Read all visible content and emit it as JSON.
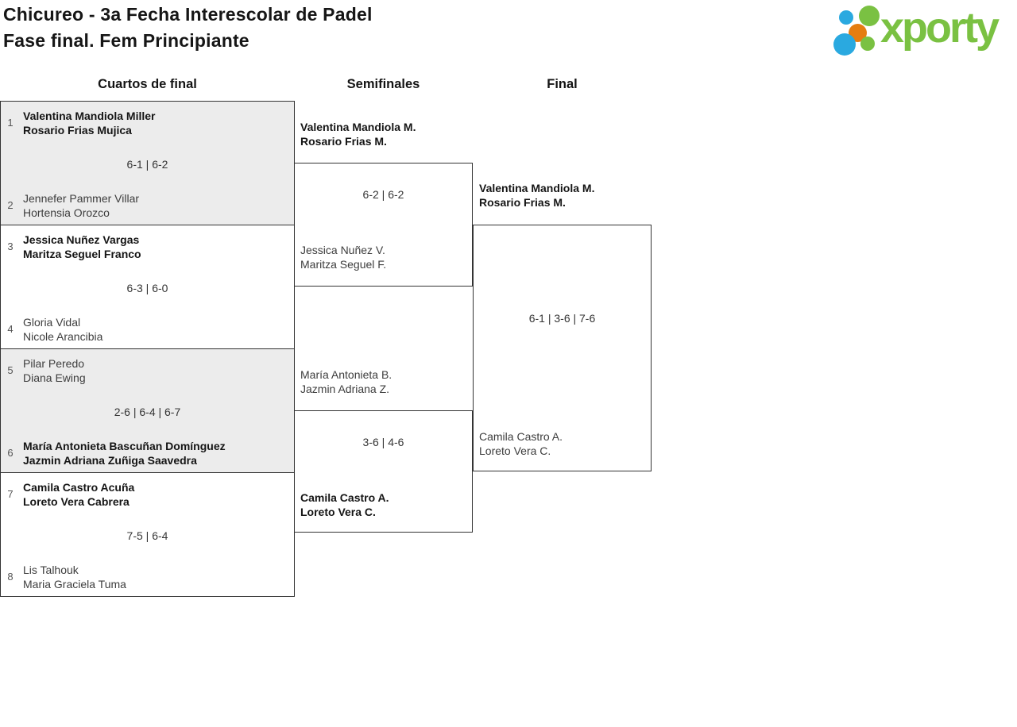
{
  "page": {
    "title_line1": "Chicureo - 3a Fecha Interescolar de Padel",
    "title_line2": "Fase final. Fem Principiante"
  },
  "logo": {
    "text": "xporty"
  },
  "rounds": {
    "quarterfinals": "Cuartos de final",
    "semifinals": "Semifinales",
    "final": "Final"
  },
  "matches": {
    "qf": [
      {
        "seed_top": "1",
        "top": [
          "Valentina Mandiola Miller",
          "Rosario Frias Mujica"
        ],
        "top_win": true,
        "score": "6-1 | 6-2",
        "seed_bottom": "2",
        "bottom": [
          "Jennefer Pammer Villar",
          "Hortensia Orozco"
        ],
        "bottom_win": false
      },
      {
        "seed_top": "3",
        "top": [
          "Jessica Nuñez Vargas",
          "Maritza Seguel Franco"
        ],
        "top_win": true,
        "score": "6-3 | 6-0",
        "seed_bottom": "4",
        "bottom": [
          "Gloria Vidal",
          "Nicole Arancibia"
        ],
        "bottom_win": false
      },
      {
        "seed_top": "5",
        "top": [
          "Pilar Peredo",
          "Diana Ewing"
        ],
        "top_win": false,
        "score": "2-6 | 6-4 | 6-7",
        "seed_bottom": "6",
        "bottom": [
          "María Antonieta Bascuñan Domínguez",
          "Jazmin Adriana Zuñiga Saavedra"
        ],
        "bottom_win": true
      },
      {
        "seed_top": "7",
        "top": [
          "Camila Castro Acuña",
          "Loreto Vera Cabrera"
        ],
        "top_win": true,
        "score": "7-5 | 6-4",
        "seed_bottom": "8",
        "bottom": [
          "Lis Talhouk",
          "Maria Graciela Tuma"
        ],
        "bottom_win": false
      }
    ],
    "sf": [
      {
        "top": [
          "Valentina Mandiola M.",
          "Rosario Frias M."
        ],
        "top_win": true,
        "score": "6-2 | 6-2",
        "bottom": [
          "Jessica Nuñez V.",
          "Maritza Seguel F."
        ],
        "bottom_win": false
      },
      {
        "top": [
          "María Antonieta B.",
          "Jazmin Adriana Z."
        ],
        "top_win": false,
        "score": "3-6 | 4-6",
        "bottom": [
          "Camila Castro A.",
          "Loreto Vera C."
        ],
        "bottom_win": true
      }
    ],
    "final": {
      "top": [
        "Valentina Mandiola M.",
        "Rosario Frias M."
      ],
      "top_win": true,
      "score": "6-1 | 3-6 | 7-6",
      "bottom": [
        "Camila Castro A.",
        "Loreto Vera C."
      ],
      "bottom_win": false
    }
  },
  "colors": {
    "logo_green": "#7ac142",
    "logo_blue": "#2aa9e0",
    "logo_orange": "#e57d11",
    "bracket_border": "#333333",
    "shaded_box": "#ececec"
  }
}
